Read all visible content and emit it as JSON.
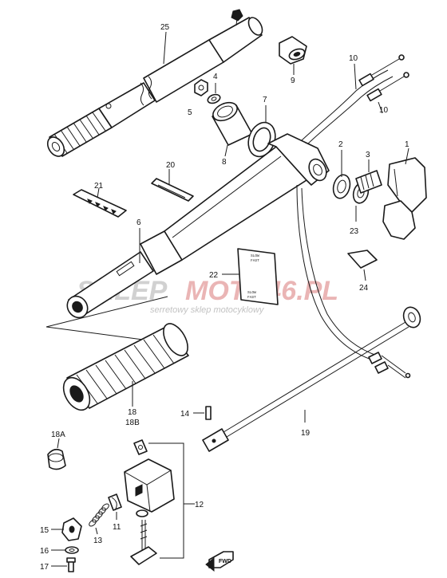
{
  "labels": {
    "p1": "1",
    "p2": "2",
    "p3": "3",
    "p4": "4",
    "p5": "5",
    "p6": "6",
    "p7": "7",
    "p8": "8",
    "p9": "9",
    "p10a": "10",
    "p10b": "10",
    "p11": "11",
    "p12": "12",
    "p13": "13",
    "p14": "14",
    "p15": "15",
    "p16": "16",
    "p17": "17",
    "p18": "18",
    "p18b": "18B",
    "p18a": "18A",
    "p19": "19",
    "p20": "20",
    "p21": "21",
    "p22": "22",
    "p23": "23",
    "p24": "24",
    "p25": "25"
  },
  "watermark": {
    "brand_left": "SKLEP",
    "brand_right": "MOTO46.PL",
    "tagline": "serretowy sklep motocyklowy",
    "left_color": "#c9c9c9",
    "right_color": "#e7a9a9"
  },
  "decal": {
    "lines": [
      "SLOW",
      "FAST",
      "SLOW",
      "FAST"
    ]
  },
  "fwd_marker": "FWD"
}
